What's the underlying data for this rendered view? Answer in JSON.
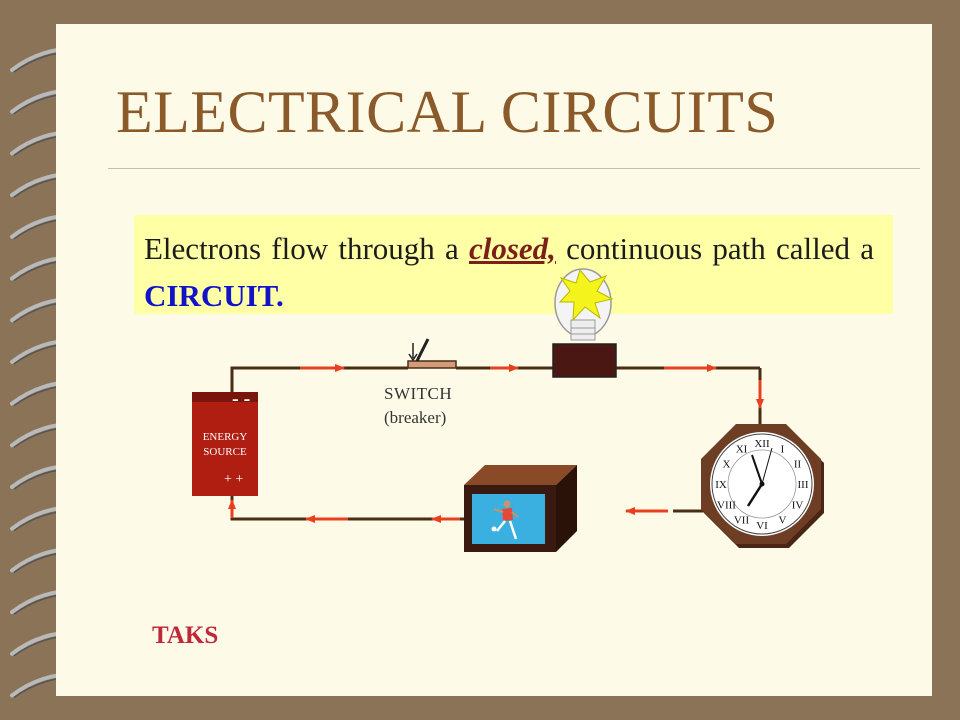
{
  "slide": {
    "title": "ELECTRICAL CIRCUITS",
    "callout": {
      "part1": "Electrons flow through a ",
      "emphasis": "closed,",
      "part2": " continuous path called a ",
      "keyword": "CIRCUIT."
    },
    "footer": "TAKS"
  },
  "diagram": {
    "switch_label": "SWITCH",
    "switch_sublabel": "(breaker)",
    "battery_label_line1": "ENERGY",
    "battery_label_line2": "SOURCE",
    "battery_negative": "- -",
    "battery_positive": "+ +",
    "clock_numerals": [
      "XII",
      "I",
      "II",
      "III",
      "IV",
      "V",
      "VI",
      "VII",
      "VIII",
      "IX",
      "X",
      "XI"
    ]
  },
  "colors": {
    "page": "#fdfbe8",
    "binding": "#8b7357",
    "title": "#8b5a2b",
    "callout_bg": "#ffffa6",
    "arrow": "#e8401e",
    "battery": "#b01e12",
    "wire": "#4a2e14",
    "tv_screen": "#3ab0e0",
    "clock_frame": "#6e3e24"
  },
  "icons": [
    "spiral-binding-icon",
    "light-bulb-icon",
    "switch-icon",
    "battery-icon",
    "clock-icon",
    "television-icon",
    "runner-icon"
  ]
}
